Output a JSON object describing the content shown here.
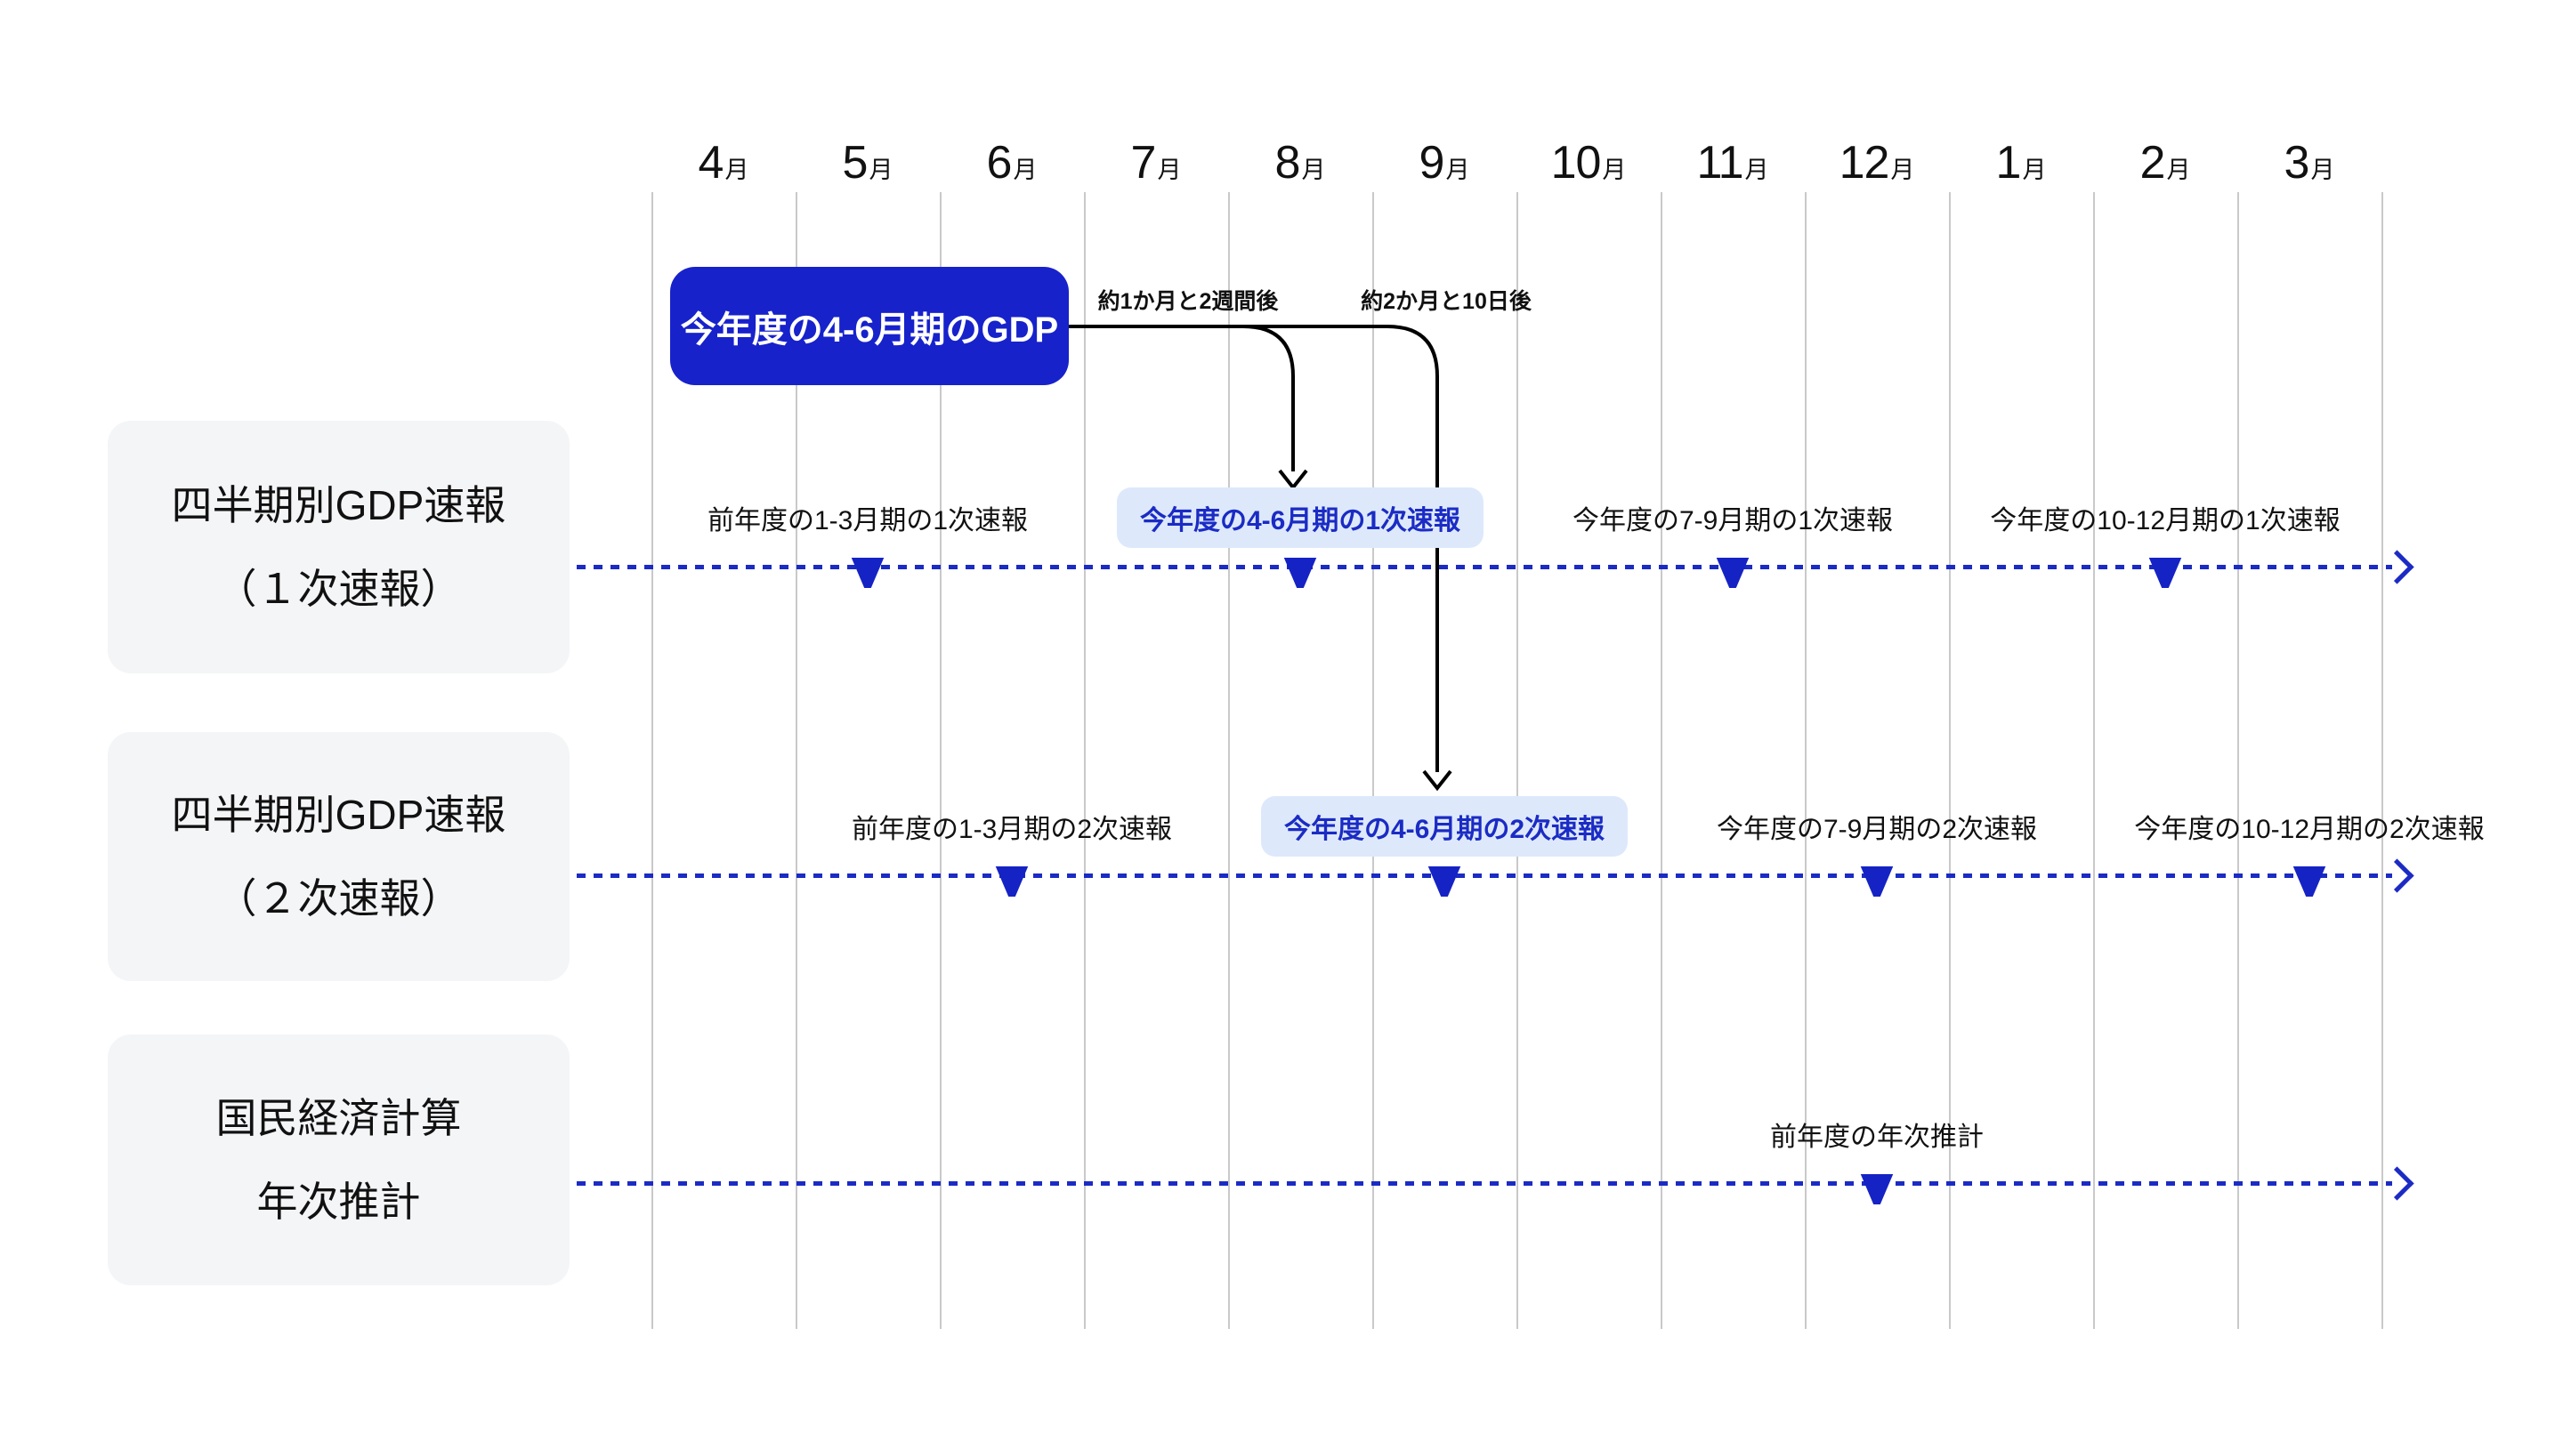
{
  "colors": {
    "timeline_blue": "#1b2bc4",
    "marker_blue": "#1523c4",
    "source_box_blue": "#1722cb",
    "highlight_bg": "#dde9fb",
    "gridline_gray": "#c9c9c9",
    "title_box_bg": "#f4f5f7",
    "text_black": "#111111"
  },
  "months": [
    "4月",
    "5月",
    "6月",
    "7月",
    "8月",
    "9月",
    "10月",
    "11月",
    "12月",
    "1月",
    "2月",
    "3月"
  ],
  "source_box": {
    "label": "今年度の4-6月期のGDP"
  },
  "connectors": [
    {
      "label": "約1か月と2週間後",
      "target_month": "8月",
      "target_row": 0
    },
    {
      "label": "約2か月と10日後",
      "target_month": "9月",
      "target_row": 1
    }
  ],
  "rows": [
    {
      "title_lines": [
        "四半期別GDP速報",
        "（１次速報）"
      ],
      "events": [
        {
          "label": "前年度の1-3月期の1次速報",
          "month": "5月",
          "highlighted": false
        },
        {
          "label": "今年度の4-6月期の1次速報",
          "month": "8月",
          "highlighted": true
        },
        {
          "label": "今年度の7-9月期の1次速報",
          "month": "11月",
          "highlighted": false
        },
        {
          "label": "今年度の10-12月期の1次速報",
          "month": "2月",
          "highlighted": false
        }
      ]
    },
    {
      "title_lines": [
        "四半期別GDP速報",
        "（２次速報）"
      ],
      "events": [
        {
          "label": "前年度の1-3月期の2次速報",
          "month": "6月",
          "highlighted": false
        },
        {
          "label": "今年度の4-6月期の2次速報",
          "month": "9月",
          "highlighted": true
        },
        {
          "label": "今年度の7-9月期の2次速報",
          "month": "12月",
          "highlighted": false
        },
        {
          "label": "今年度の10-12月期の2次速報",
          "month": "3月",
          "highlighted": false
        }
      ]
    },
    {
      "title_lines": [
        "国民経済計算",
        "年次推計"
      ],
      "events": [
        {
          "label": "前年度の年次推計",
          "month": "12月",
          "highlighted": false
        }
      ]
    }
  ]
}
